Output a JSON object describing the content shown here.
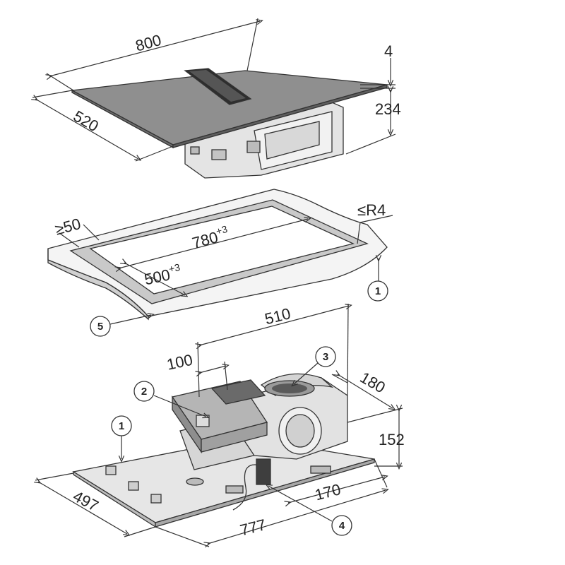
{
  "top_unit": {
    "width": "800",
    "depth": "520",
    "glass_thickness": "4",
    "height": "234"
  },
  "cutout": {
    "min_edge": "≥50",
    "max_radius": "≤R4",
    "length": "780",
    "length_tol": "+3",
    "width": "500",
    "width_tol": "+3"
  },
  "bottom_unit": {
    "fan_width": "510",
    "fan_offset": "100",
    "fan_depth": "180",
    "fan_height": "152",
    "base_width": "777",
    "base_depth": "497",
    "outlet_offset": "170"
  },
  "callouts": [
    "1",
    "2",
    "3",
    "4",
    "5"
  ],
  "colors": {
    "glass": "#8f8f8f",
    "body": "#dcdcdc",
    "countertop": "#f4f4f4",
    "frame": "#c9c9c9"
  }
}
